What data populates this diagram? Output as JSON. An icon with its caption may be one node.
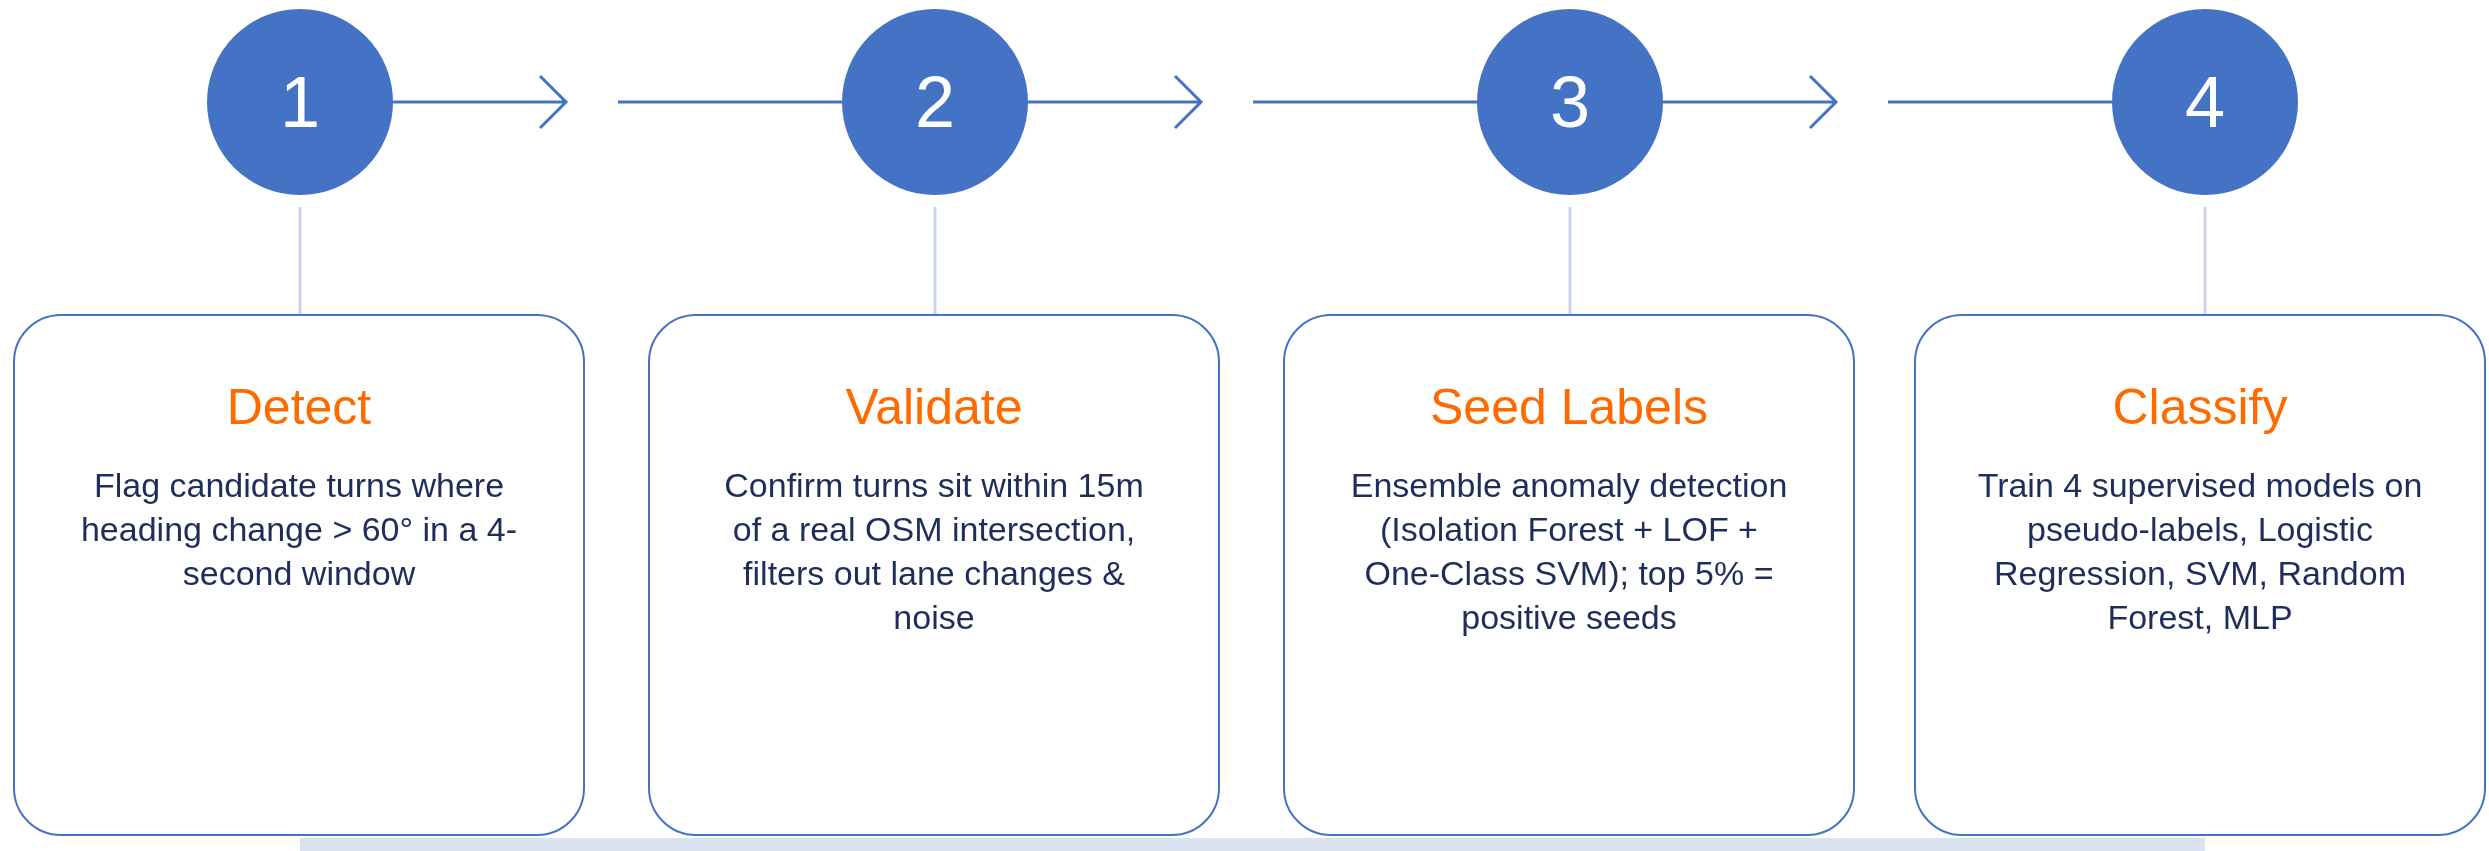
{
  "diagram": {
    "nodes": [
      {
        "text": [
          "1"
        ]
      },
      {
        "text": [
          "2"
        ]
      },
      {
        "text": [
          "3"
        ]
      },
      {
        "text": [
          "4"
        ]
      },
      {
        "text": [
          "Detect",
          "Flag candidate turns where heading change > 60° in a 4-second window"
        ]
      },
      {
        "text": [
          "Validate",
          "Confirm turns sit within 15m of a real OSM intersection, filters out lane changes & noise"
        ]
      },
      {
        "text": [
          "Seed Labels",
          "Ensemble anomaly detection (Isolation Forest + LOF + One-Class SVM); top 5% = positive seeds"
        ]
      },
      {
        "text": [
          "Classify",
          "Train 4 supervised models on pseudo-labels, Logistic Regression, SVM, Random Forest, MLP"
        ]
      },
      {
        "text": [],
        "shape": "bar"
      }
    ],
    "edges": [
      {
        "from": 0,
        "to": null,
        "arrow": "to"
      },
      {
        "from": null,
        "to": 1,
        "arrow": "none"
      },
      {
        "from": 1,
        "to": null,
        "arrow": "to"
      },
      {
        "from": null,
        "to": 2,
        "arrow": "none"
      },
      {
        "from": 2,
        "to": null,
        "arrow": "to"
      },
      {
        "from": null,
        "to": 3,
        "arrow": "none"
      },
      {
        "from": 0,
        "to": 4,
        "arrow": "none",
        "color": "#c8d3ea"
      },
      {
        "from": 1,
        "to": 5,
        "arrow": "none",
        "color": "#c8d3ea"
      },
      {
        "from": 2,
        "to": 6,
        "arrow": "none",
        "color": "#c8d3ea"
      },
      {
        "from": 3,
        "to": 7,
        "arrow": "none",
        "color": "#c8d3ea"
      }
    ]
  }
}
